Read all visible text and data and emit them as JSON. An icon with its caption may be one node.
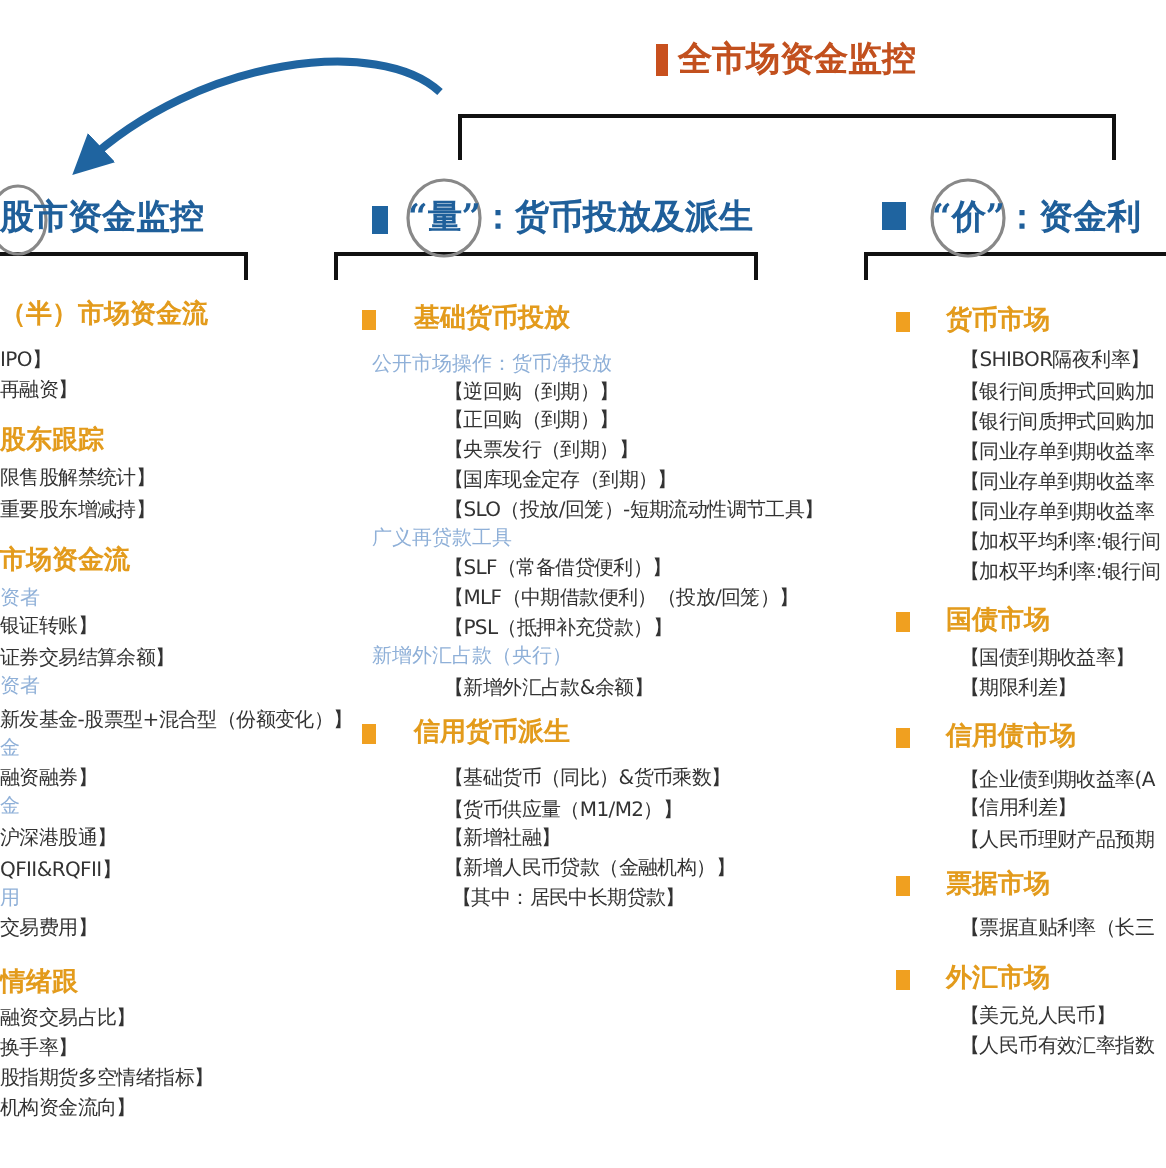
{
  "diagram": {
    "nodes": [
      {
        "text": [
          "全市场资金监控"
        ]
      },
      {
        "text": [
          "股市资金监控"
        ]
      },
      {
        "text": [
          "“量”：货币投放及派生"
        ]
      },
      {
        "text": [
          "“价”：资金利"
        ]
      }
    ],
    "edges": [
      {
        "from": null,
        "to": 1,
        "arrow": "to",
        "style": "thick",
        "color": "#1f64a0"
      },
      {
        "from": 0,
        "to": 2,
        "arrow": "none"
      },
      {
        "from": 0,
        "to": 3,
        "arrow": "none"
      }
    ],
    "labels": [
      "（半）市场资金流",
      "IPO】",
      "再融资】",
      "股东跟踪",
      "限售股解禁统计】",
      "重要股东增减持】",
      "市场资金流",
      "资者",
      "银证转账】",
      "证券交易结算余额】",
      "资者",
      "新发基金-股票型+混合型（份额变化）】",
      "金",
      "融资融券】",
      "金",
      "沪深港股通】",
      "QFII&RQFII】",
      "用",
      "交易费用】",
      "情绪跟",
      "融资交易占比】",
      "换手率】",
      "股指期货多空情绪指标】",
      "机构资金流向】",
      "基础货币投放",
      "公开市场操作：货币净投放",
      "【逆回购（到期）】",
      "【正回购（到期）】",
      "【央票发行（到期）】",
      "【国库现金定存（到期）】",
      "【SLO（投放/回笼）-短期流动性调节工具】",
      "广义再贷款工具",
      "【SLF（常备借贷便利）】",
      "【MLF（中期借款便利）（投放/回笼）】",
      "【PSL（抵押补充贷款）】",
      "新增外汇占款（央行）",
      "【新增外汇占款&余额】",
      "信用货币派生",
      "【基础货币（同比）&货币乘数】",
      "【货币供应量（M1/M2）】",
      "【新增社融】",
      "【新增人民币贷款（金融机构）】",
      "【其中：居民中长期贷款】",
      "货币市场",
      "【SHIBOR隔夜利率】",
      "【银行间质押式回购加",
      "【银行间质押式回购加",
      "【同业存单到期收益率",
      "【同业存单到期收益率",
      "【同业存单到期收益率",
      "【加权平均利率:银行间",
      "【加权平均利率:银行间",
      "国债市场",
      "【国债到期收益率】",
      "【期限利差】",
      "信用债市场",
      "【企业债到期收益率(A",
      "【信用利差】",
      "【人民币理财产品预期",
      "票据市场",
      "【票据直贴利率（长三",
      "外汇市场",
      "【美元兑人民币】",
      "【人民币有效汇率指数"
    ]
  }
}
